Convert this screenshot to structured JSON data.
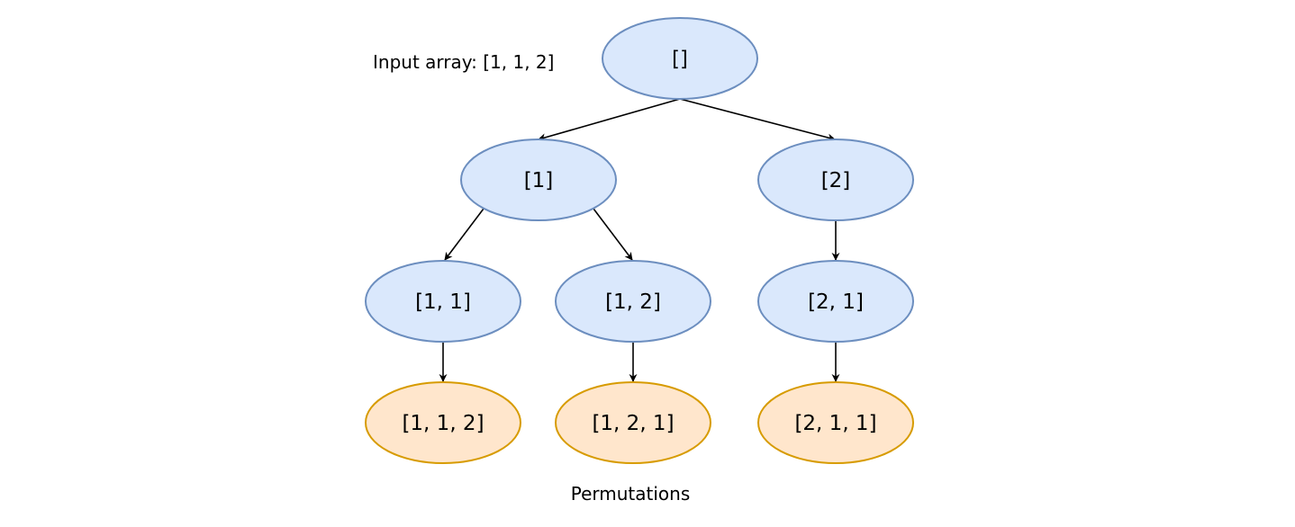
{
  "input_label": "Input array: [1, 1, 2]",
  "footer_label": "Permutations",
  "colors": {
    "intermediate_fill": "#dae8fc",
    "intermediate_stroke": "#6c8ebf",
    "result_fill": "#ffe6cc",
    "result_stroke": "#d79b00"
  },
  "nodes": {
    "root": "[]",
    "n1": "[1]",
    "n2": "[2]",
    "n11": "[1, 1]",
    "n12": "[1, 2]",
    "n21": "[2, 1]",
    "r112": "[1, 1, 2]",
    "r121": "[1, 2, 1]",
    "r211": "[2, 1, 1]"
  },
  "edges": [
    {
      "from": "root",
      "to": "n1"
    },
    {
      "from": "root",
      "to": "n2"
    },
    {
      "from": "n1",
      "to": "n11"
    },
    {
      "from": "n1",
      "to": "n12"
    },
    {
      "from": "n2",
      "to": "n21"
    },
    {
      "from": "n11",
      "to": "r112"
    },
    {
      "from": "n12",
      "to": "r121"
    },
    {
      "from": "n21",
      "to": "r211"
    }
  ]
}
